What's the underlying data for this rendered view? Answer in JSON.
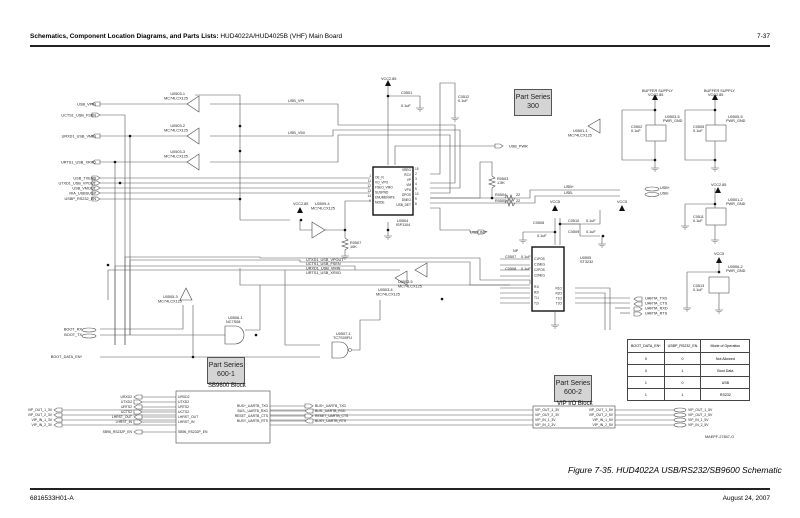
{
  "header": {
    "title_bold": "Schematics, Component Location Diagrams, and Parts Lists:",
    "title_rest": "HUD4022A/HUD4025B (VHF) Main Board",
    "page_number": "7-37"
  },
  "footer": {
    "doc_number": "6816533H01-A",
    "date": "August 24, 2007"
  },
  "caption": "Figure 7-35. HUD4022A USB/RS232/SB9600 Schematic",
  "part_series": [
    {
      "label": "Part Series",
      "number": "300"
    },
    {
      "label": "Part Series",
      "number": "600-1",
      "block": "SB9600 Block"
    },
    {
      "label": "Part Series",
      "number": "600-2",
      "block": "VIP I/O Block"
    }
  ],
  "left_ports": [
    "USB_VPIN",
    "UCTS1_USB_FSEN",
    "URXD1_USB_VMIN",
    "URTS1_USB_XRXD",
    "USB_TXENB",
    "UTXD1_USB_VPOUT",
    "USB_VMOUT",
    "RIA_USBSUSP",
    "USBP_RS232_EN"
  ],
  "nets": {
    "usb_vpi": "USB_VPI",
    "usb_vmi": "USB_VMI",
    "usb_pwr": "USB_PWR",
    "usb_int": "USB_INT*",
    "usb_p": "USB+",
    "usb_m": "USB-"
  },
  "buffers": [
    {
      "ref": "U0503-1",
      "part": "MC74LCX125",
      "pins": [
        "1",
        "2",
        "3"
      ]
    },
    {
      "ref": "U0503-2",
      "part": "MC74LCX125",
      "pins": [
        "4",
        "5",
        "6"
      ]
    },
    {
      "ref": "U0503-3",
      "part": "MC74LCX125",
      "pins": [
        "10",
        "9",
        "8"
      ]
    },
    {
      "ref": "U0509-4",
      "part": "MC74LCX125",
      "pins": [
        "12",
        "11",
        "13"
      ]
    },
    {
      "ref": "U0503-5",
      "part": "MC74LCX125"
    },
    {
      "ref": "U0503-4",
      "part": "MC74LCX125"
    },
    {
      "ref": "U0505-3",
      "part": "MC74LCX125"
    },
    {
      "ref": "U0501-1",
      "part": "MC74LCX125"
    }
  ],
  "u0504": {
    "ref": "U0504",
    "part": "ISP1104",
    "left_pins": [
      "OE_N",
      "VO_VPO",
      "FSEO_VMO",
      "SUSPND",
      "ENUMERATE",
      "MODE"
    ],
    "left_nums": [
      "1",
      "11",
      "12",
      "13",
      "14",
      "9"
    ],
    "right_pins": [
      "VREG",
      "RCV",
      "VP",
      "VM",
      "VPU",
      "DPOS",
      "DNEG",
      "USB_DET"
    ],
    "right_nums": [
      "15",
      "2",
      "3",
      "4",
      "5",
      "10",
      "9",
      "8"
    ],
    "top_pins": [
      "VCC",
      "VBUS"
    ],
    "bottom_pin": "GND"
  },
  "u0505": {
    "ref": "U0505",
    "part": "ST3232",
    "left_pins": [
      "C1POS",
      "C1NEG",
      "C2POS",
      "C2NEG",
      "R1I",
      "R2I",
      "T1I",
      "T2I"
    ],
    "right_pins": [
      "R1O",
      "R2O",
      "T1O",
      "T2O"
    ],
    "top_pins": [
      "VCC",
      "VPOS",
      "VNEG"
    ],
    "bottom_pin": "GND"
  },
  "caps": [
    {
      "ref": "C0501",
      "value": "0.1uF"
    },
    {
      "ref": "C0512",
      "value": "0.1uF"
    },
    {
      "ref": "C0502",
      "value": "0.1uF"
    },
    {
      "ref": "C0505",
      "value": "0.1uF"
    },
    {
      "ref": "C0511",
      "value": "0.1uF"
    },
    {
      "ref": "C0513",
      "value": "0.1uF"
    },
    {
      "ref": "C0506",
      "value": "0.1uF"
    },
    {
      "ref": "C0510",
      "value": "0.1uF"
    },
    {
      "ref": "C0509",
      "value": "0.1uF"
    },
    {
      "ref": "C0507",
      "value": "0.1uF"
    },
    {
      "ref": "C0508",
      "value": "0.1uF"
    }
  ],
  "resistors": [
    {
      "ref": "R0503",
      "value": "1.5K"
    },
    {
      "ref": "R0507",
      "value": "10K"
    },
    {
      "ref": "R0504",
      "value": "22"
    },
    {
      "ref": "R0505",
      "value": "22"
    }
  ],
  "supplies": {
    "vcc285": "VCC2.85",
    "vcc5": "VCC5",
    "buffer_supply": "BUFFER SUPPLY",
    "np": "NP"
  },
  "power_units": [
    {
      "ref": "U0503-5",
      "type": "PWR_GND"
    },
    {
      "ref": "U0505-5",
      "type": "PWR_GND"
    },
    {
      "ref": "U0501-2",
      "type": "PWR_GND"
    },
    {
      "ref": "U0506-2",
      "type": "PWR_GND"
    }
  ],
  "mid_nets": [
    "UTXD1_USB_VPOUT",
    "UCTS1_USB_FSEN",
    "URXD1_USB_VMIN",
    "URTS1_USB_XRXD"
  ],
  "uart_ports": [
    "UARTA_TXD",
    "UARTA_CTS",
    "UARTA_RXD",
    "UARTA_RTS"
  ],
  "boot": {
    "rx": "BOOT_RX",
    "tx": "BOOT_TX",
    "data_en": "BOOT_DATA_EN*"
  },
  "gates": [
    {
      "ref": "U0506-1",
      "part": "NC7S08"
    },
    {
      "ref": "U0507-1",
      "part": "TC7S00FU"
    }
  ],
  "sb9600": {
    "left_ports": [
      "URXD2",
      "UTXD2",
      "URTS2",
      "UCTS2",
      "LHRST_OUT",
      "LHRST_IN"
    ],
    "left_extra": "SB96_RS232P_EN",
    "right_ports": [
      "BUS+_UARTB_TXD",
      "BUS-_UARTB_RXD",
      "RESET_UARTB_CTS",
      "BUSY_UARTB_RTS"
    ]
  },
  "vip": {
    "left_ports": [
      "VIP_OUT_1_3V",
      "VIP_OUT_2_3V",
      "VIP_IN_1_3V",
      "VIP_IN_2_3V"
    ],
    "right_inner": [
      "VIP_OUT_1_5V",
      "VIP_OUT_2_5V",
      "VIP_IN_1_5V",
      "VIP_IN_2_5V"
    ],
    "right_ports": [
      "VIP_OUT_1_5V",
      "VIP_OUT_2_5V",
      "VIP_IN_1_5V",
      "VIP_IN_2_5V"
    ]
  },
  "mode_table": {
    "headers": [
      "BOOT_DATA_EN*",
      "USBP_RS232_EN",
      "Mode of Operation"
    ],
    "rows": [
      [
        "0",
        "0",
        "Not Allowed"
      ],
      [
        "0",
        "1",
        "Boot Data"
      ],
      [
        "1",
        "0",
        "USB"
      ],
      [
        "1",
        "1",
        "RS232"
      ]
    ]
  },
  "drawing_id": "MAEPF-27847-O"
}
